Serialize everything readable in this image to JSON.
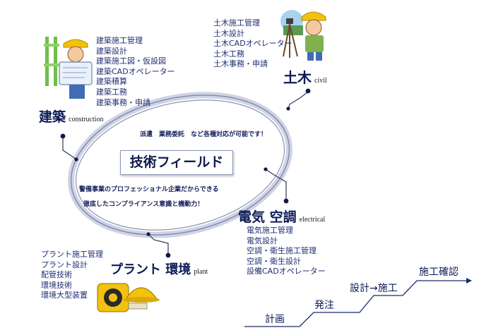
{
  "center": {
    "title": "技術フィールド",
    "tagline": "派遣　業務委託　など各種対応が可能です！",
    "line1": "警備事業のプロフェッショナル企業だからできる",
    "line2": "徹底したコンプライアンス意識と機動力！"
  },
  "construction": {
    "title": "建築",
    "subtitle": "construction",
    "items": [
      "建築施工管理",
      "建築設計",
      "建築施工図・仮設図",
      "建築CADオペレーター",
      "建築積算",
      "建築工務",
      "建築事務・申請"
    ]
  },
  "civil": {
    "title": "土木",
    "subtitle": "civil",
    "items": [
      "土木施工管理",
      "土木設計",
      "土木CADオペレーター",
      "土木工務",
      "土木事務・申請"
    ]
  },
  "electrical": {
    "title": "電気 空調",
    "subtitle": "electrical",
    "items": [
      "電気施工管理",
      "電気設計",
      "空調・衛生施工管理",
      "空調・衛生設計",
      "設備CADオペレーター"
    ]
  },
  "plant": {
    "title": "プラント 環境",
    "subtitle": "plant",
    "items": [
      "プラント施工管理",
      "プラント設計",
      "配管技術",
      "環境技術",
      "環境大型装置"
    ]
  },
  "steps": [
    "計画",
    "発注",
    "設計→施工",
    "施工確認"
  ],
  "colors": {
    "ring": "#8a93b6",
    "navy": "#1a2a6c",
    "dot": "#10184a",
    "hardhat": "#f2c20f"
  },
  "icons": [
    "construction-worker-icon",
    "surveyor-worker-icon",
    "hardhat-tape-measure-icon"
  ]
}
